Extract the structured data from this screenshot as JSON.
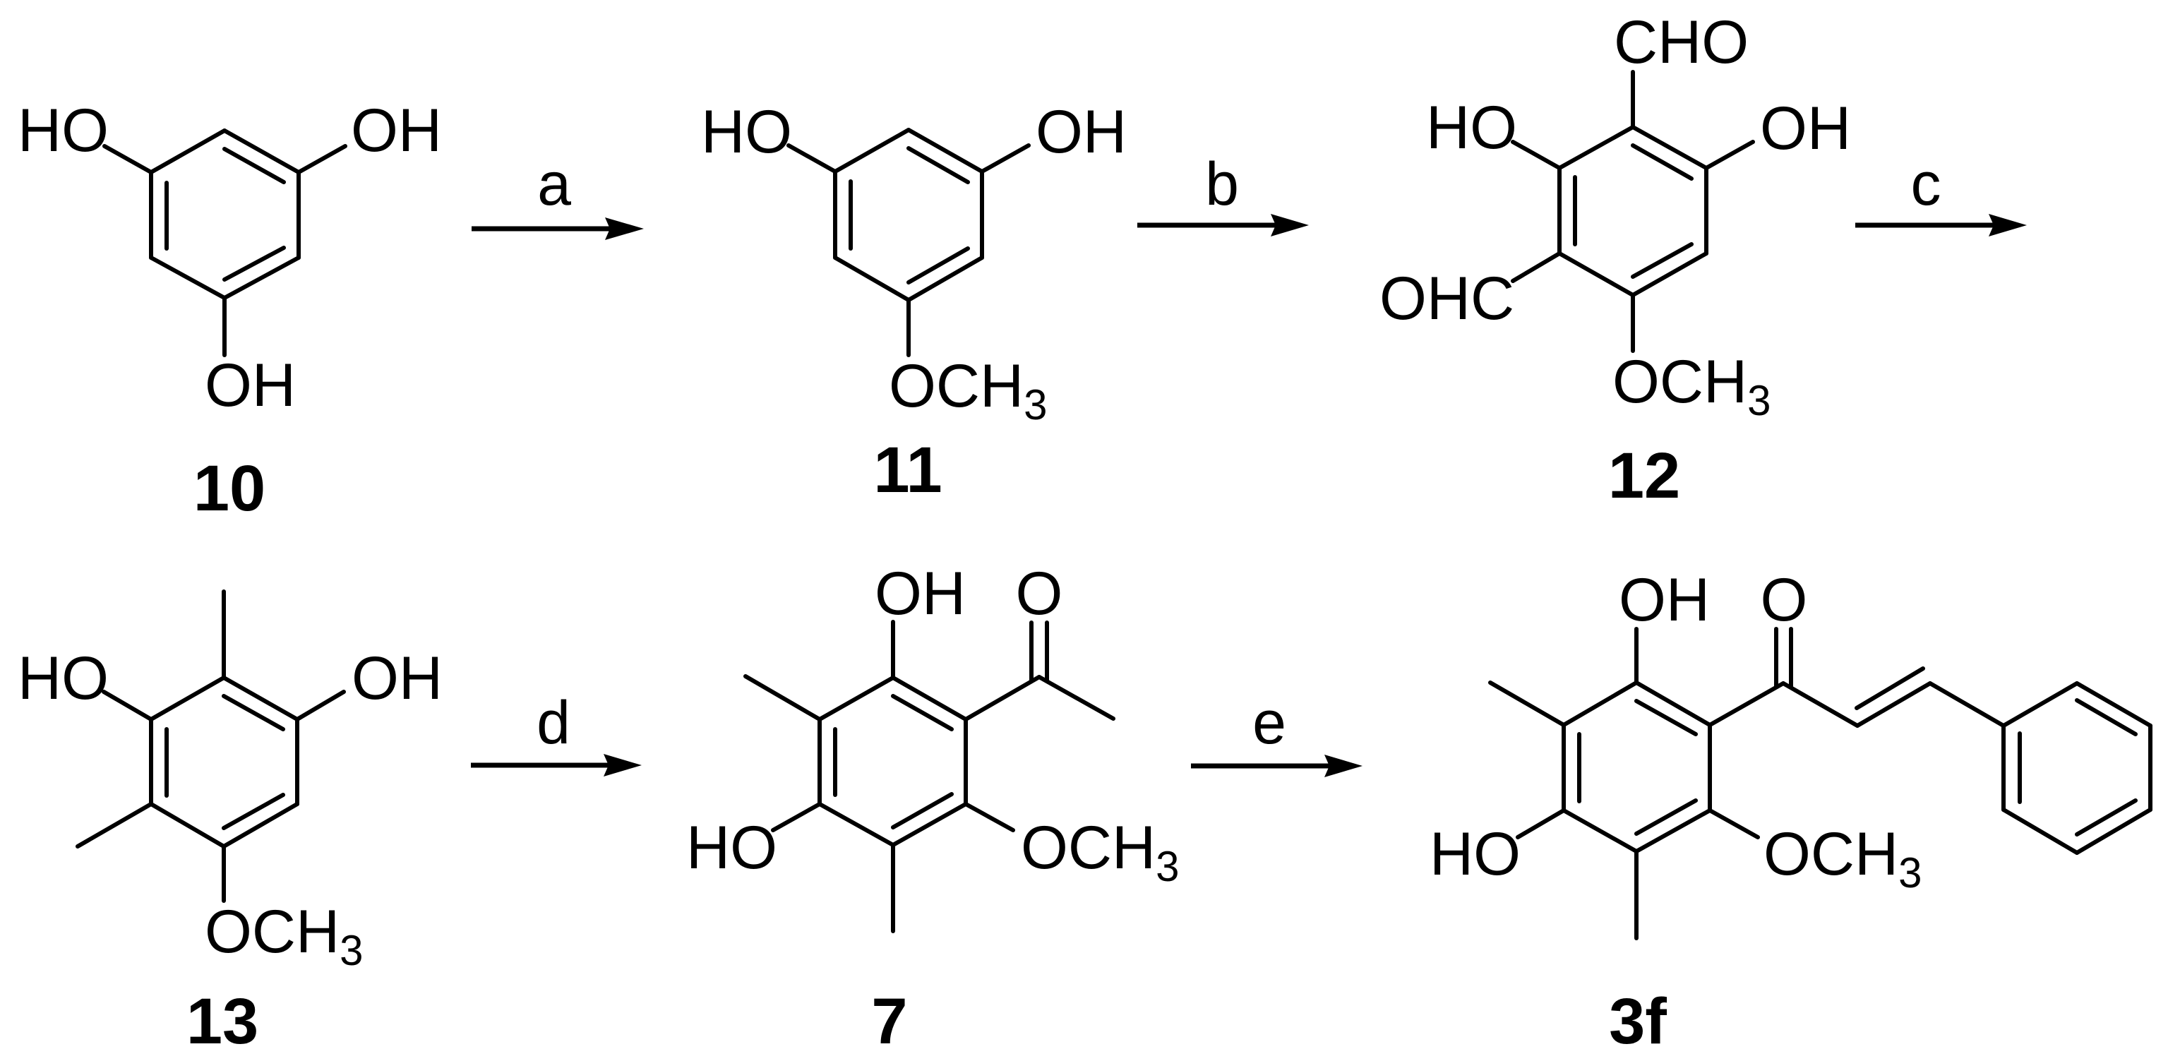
{
  "figure": {
    "type": "reaction-scheme",
    "rows": 2,
    "colors": {
      "ink": "#000000",
      "background": "#ffffff"
    }
  },
  "compounds": {
    "c10": {
      "label": "10",
      "substituents": {
        "tl": "HO",
        "tr": "OH",
        "b": "OH"
      }
    },
    "c11": {
      "label": "11",
      "substituents": {
        "tl": "HO",
        "tr": "OH",
        "b_main": "OCH",
        "b_sub": "3"
      }
    },
    "c12": {
      "label": "12",
      "substituents": {
        "top": "CHO",
        "tl": "HO",
        "tr": "OH",
        "l": "OHC",
        "b_main": "OCH",
        "b_sub": "3"
      }
    },
    "c13": {
      "label": "13",
      "substituents": {
        "tl": "HO",
        "tr": "OH",
        "b_main": "OCH",
        "b_sub": "3"
      }
    },
    "c7": {
      "label": "7",
      "substituents": {
        "top": "OH",
        "carbonyl_o": "O",
        "bl": "HO",
        "br_main": "OCH",
        "br_sub": "3"
      }
    },
    "c3f": {
      "label": "3f",
      "substituents": {
        "top": "OH",
        "carbonyl_o": "O",
        "bl": "HO",
        "br_main": "OCH",
        "br_sub": "3"
      }
    }
  },
  "arrows": [
    {
      "id": "a",
      "label": "a",
      "from": "10",
      "to": "11"
    },
    {
      "id": "b",
      "label": "b",
      "from": "11",
      "to": "12"
    },
    {
      "id": "c",
      "label": "c",
      "from": "12",
      "to": "13"
    },
    {
      "id": "d",
      "label": "d",
      "from": "13",
      "to": "7"
    },
    {
      "id": "e",
      "label": "e",
      "from": "7",
      "to": "3f"
    }
  ]
}
